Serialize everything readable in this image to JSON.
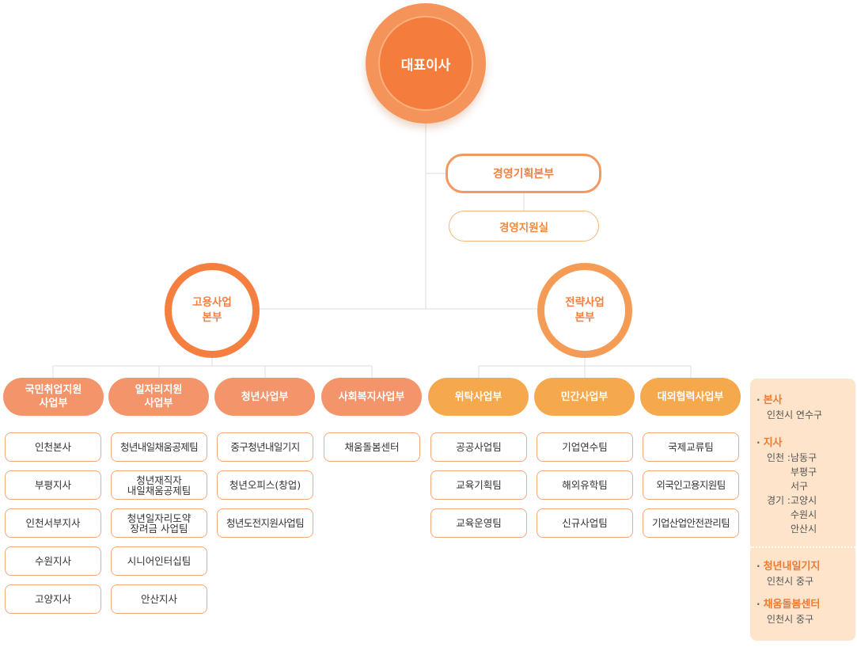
{
  "ceo": "대표이사",
  "management": {
    "hq": "경영기획본부",
    "support": "경영지원실"
  },
  "headquarters": {
    "employment": "고용사업\n본부",
    "strategy": "전략사업\n본부"
  },
  "divisions": [
    {
      "name": "국민취업지원\n사업부",
      "teams": [
        "인천본사",
        "부평지사",
        "인천서부지사",
        "수원지사",
        "고양지사"
      ]
    },
    {
      "name": "일자리지원\n사업부",
      "teams": [
        "청년내일채움공제팀",
        "청년재직자\n내일채움공제팀",
        "청년일자리도약\n장려금 사업팀",
        "시니어인터십팀",
        "안산지사"
      ]
    },
    {
      "name": "청년사업부",
      "teams": [
        "중구청년내일기지",
        "청년오피스(창업)",
        "청년도전지원사업팀"
      ]
    },
    {
      "name": "사회복지사업부",
      "teams": [
        "채움돌봄센터"
      ]
    },
    {
      "name": "위탁사업부",
      "teams": [
        "공공사업팀",
        "교육기획팀",
        "교육운영팀"
      ]
    },
    {
      "name": "민간사업부",
      "teams": [
        "기업연수팀",
        "해외유학팀",
        "신규사업팀"
      ]
    },
    {
      "name": "대외협력사업부",
      "teams": [
        "국제교류팀",
        "외국인고용지원팀",
        "기업산업안전관리팀"
      ]
    }
  ],
  "locations": {
    "head_office": {
      "title": "본사",
      "value": "인천시 연수구"
    },
    "branches": {
      "title": "지사",
      "incheon": {
        "label": "인천 :",
        "items": [
          "남동구",
          "부평구",
          "서구"
        ]
      },
      "gyeonggi": {
        "label": "경기 :",
        "items": [
          "고양시",
          "수원시",
          "안산시"
        ]
      }
    },
    "youth_base": {
      "title": "청년내일기지",
      "value": "인천시 중구"
    },
    "care_center": {
      "title": "채움돌봄센터",
      "value": "인천시 중구"
    }
  }
}
